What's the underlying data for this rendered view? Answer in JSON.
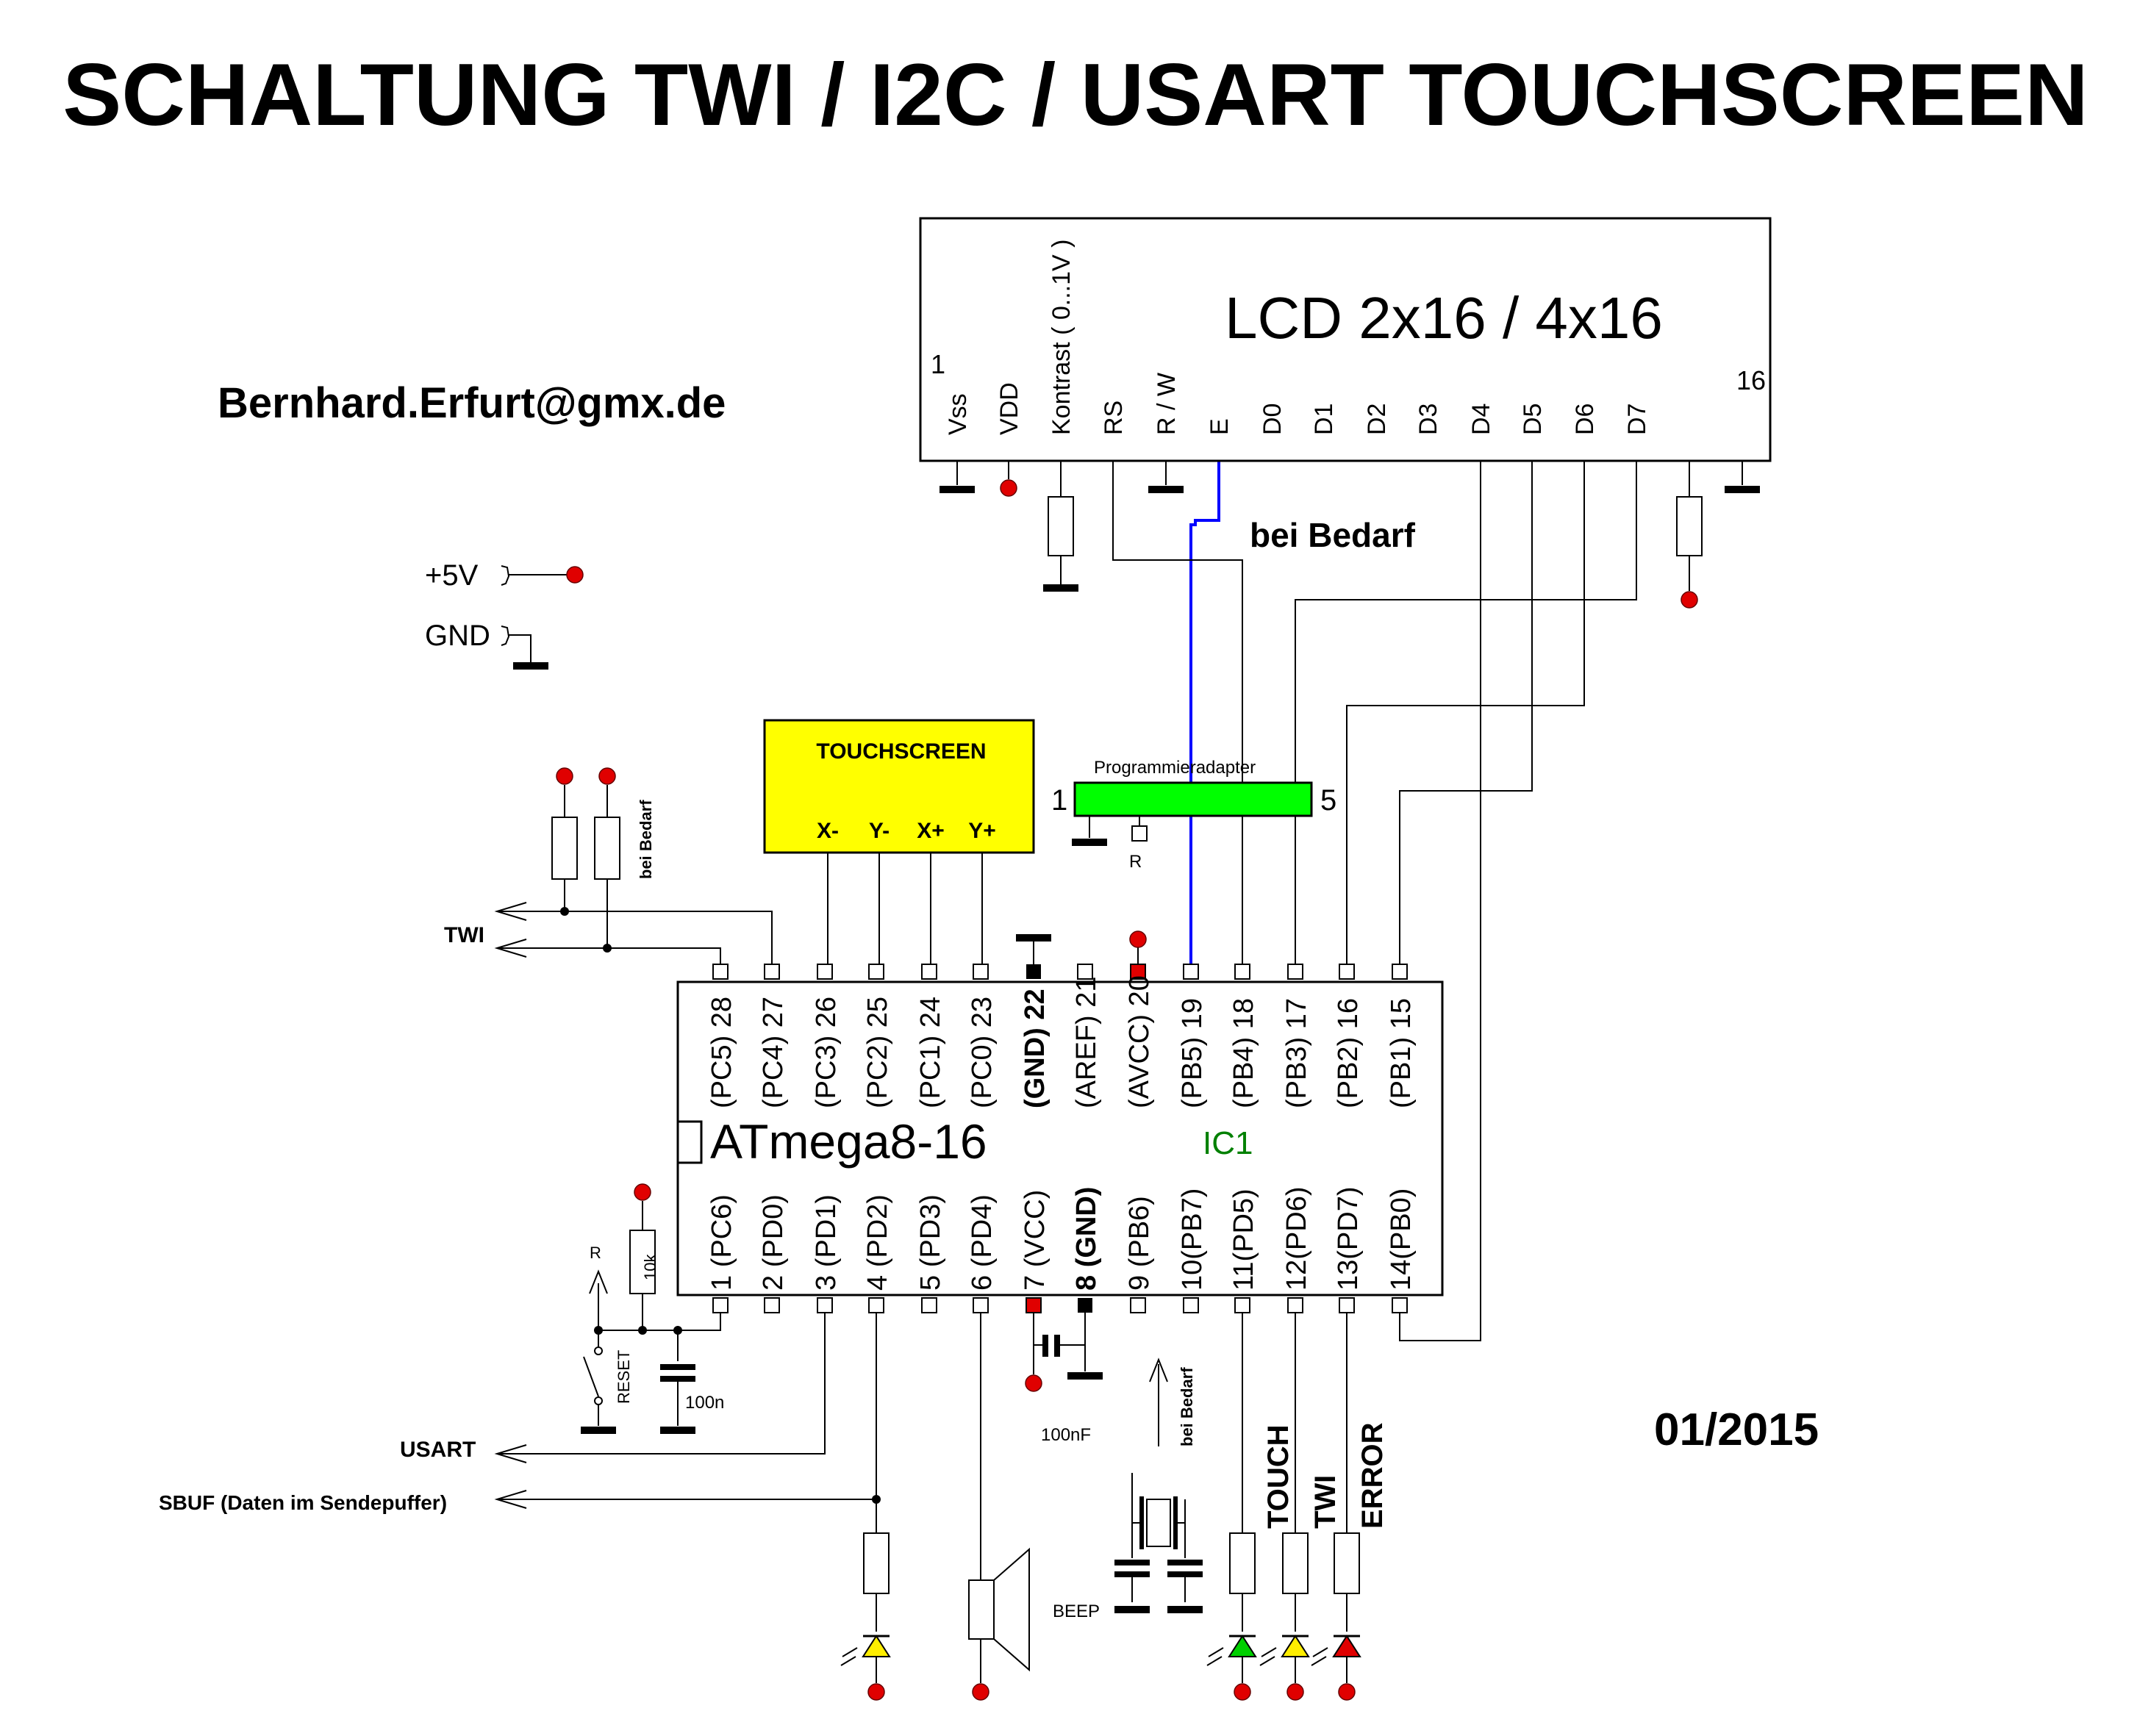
{
  "title": "SCHALTUNG TWI / I2C / USART TOUCHSCREEN",
  "author_email": "Bernhard.Erfurt@gmx.de",
  "date": "01/2015",
  "power": {
    "plus5v": "+5V",
    "gnd": "GND"
  },
  "lcd": {
    "title": "LCD 2x16 / 4x16",
    "pin_first": "1",
    "pin_last": "16",
    "pins": [
      "Vss",
      "VDD",
      "Kontrast ( 0...1V )",
      "RS",
      "R / W",
      "E",
      "D0",
      "D1",
      "D2",
      "D3",
      "D4",
      "D5",
      "D6",
      "D7"
    ],
    "note": "bei Bedarf"
  },
  "touchscreen": {
    "title": "TOUCHSCREEN",
    "pins": [
      "X-",
      "Y-",
      "X+",
      "Y+"
    ]
  },
  "programmer": {
    "title": "Programmieradapter",
    "pin_first": "1",
    "pin_last": "5",
    "r_label": "R"
  },
  "mcu": {
    "name": "ATmega8-16",
    "ref": "IC1",
    "top_pins": [
      "(PC5) 28",
      "(PC4) 27",
      "(PC3) 26",
      "(PC2) 25",
      "(PC1) 24",
      "(PC0) 23",
      "(GND) 22",
      "(AREF) 21",
      "(AVCC) 20",
      "(PB5) 19",
      "(PB4) 18",
      "(PB3) 17",
      "(PB2) 16",
      "(PB1) 15"
    ],
    "bottom_pins": [
      "1 (PC6)",
      "2 (PD0)",
      "3 (PD1)",
      "4 (PD2)",
      "5 (PD3)",
      "6 (PD4)",
      "7 (VCC)",
      "8 (GND)",
      "9 (PB6)",
      "10(PB7)",
      "11(PD5)",
      "12(PD6)",
      "13(PD7)",
      "14(PB0)"
    ]
  },
  "signals": {
    "twi": "TWI",
    "pullup_note": "bei Bedarf",
    "usart": "USART",
    "sbuf": "SBUF (Daten im Sendepuffer)",
    "reset_r": "R",
    "reset_res": "10k",
    "reset_btn": "RESET",
    "reset_cap": "100n",
    "vcc_cap": "100nF",
    "xtal_note": "bei Bedarf",
    "beep": "BEEP",
    "led_touch": "TOUCH",
    "led_twi": "TWI",
    "led_error": "ERROR"
  },
  "colors": {
    "vcc_dot": "#e00000",
    "touch_fill": "#ffff00",
    "prog_fill": "#00ff00",
    "e_wire": "#0000ff",
    "ic_ref": "#008000",
    "led_green": "#00d000",
    "led_yellow": "#ffee00",
    "led_red": "#e00000"
  }
}
